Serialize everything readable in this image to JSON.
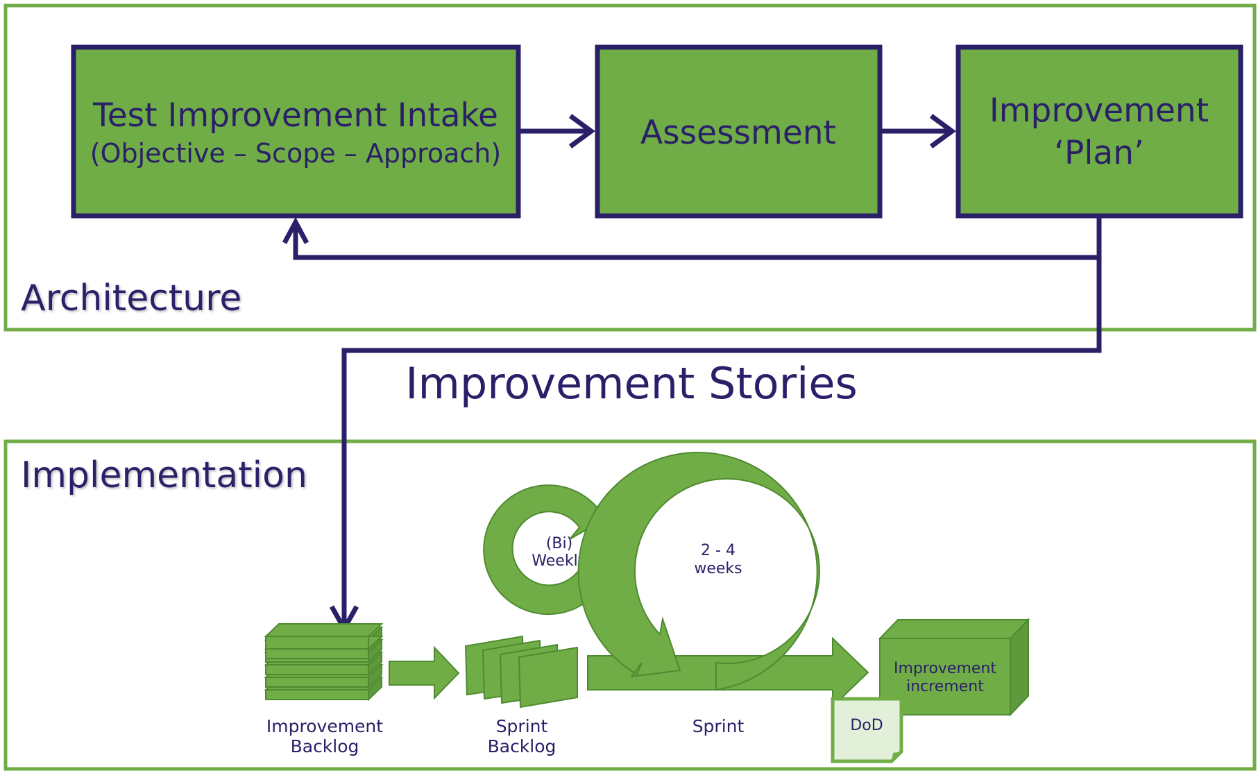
{
  "architecture": {
    "label": "Architecture",
    "boxes": [
      {
        "title": "Test Improvement Intake",
        "subtitle": "(Objective – Scope – Approach)"
      },
      {
        "title": "Assessment"
      },
      {
        "title_line1": "Improvement",
        "title_line2": "‘Plan’"
      }
    ]
  },
  "connector_label": "Improvement Stories",
  "implementation": {
    "label": "Implementation",
    "backlog_line1": "Improvement",
    "backlog_line2": "Backlog",
    "sprint_backlog_line1": "Sprint",
    "sprint_backlog_line2": "Backlog",
    "sprint_label": "Sprint",
    "small_cycle_line1": "(Bi)",
    "small_cycle_line2": "Weekly",
    "big_cycle_line1": "2 - 4",
    "big_cycle_line2": "weeks",
    "increment_line1": "Improvement",
    "increment_line2": "increment",
    "dod": "DoD"
  },
  "colors": {
    "green": "#70AD47",
    "navy": "#2A2068",
    "dod_fill": "#E2F0D9"
  }
}
